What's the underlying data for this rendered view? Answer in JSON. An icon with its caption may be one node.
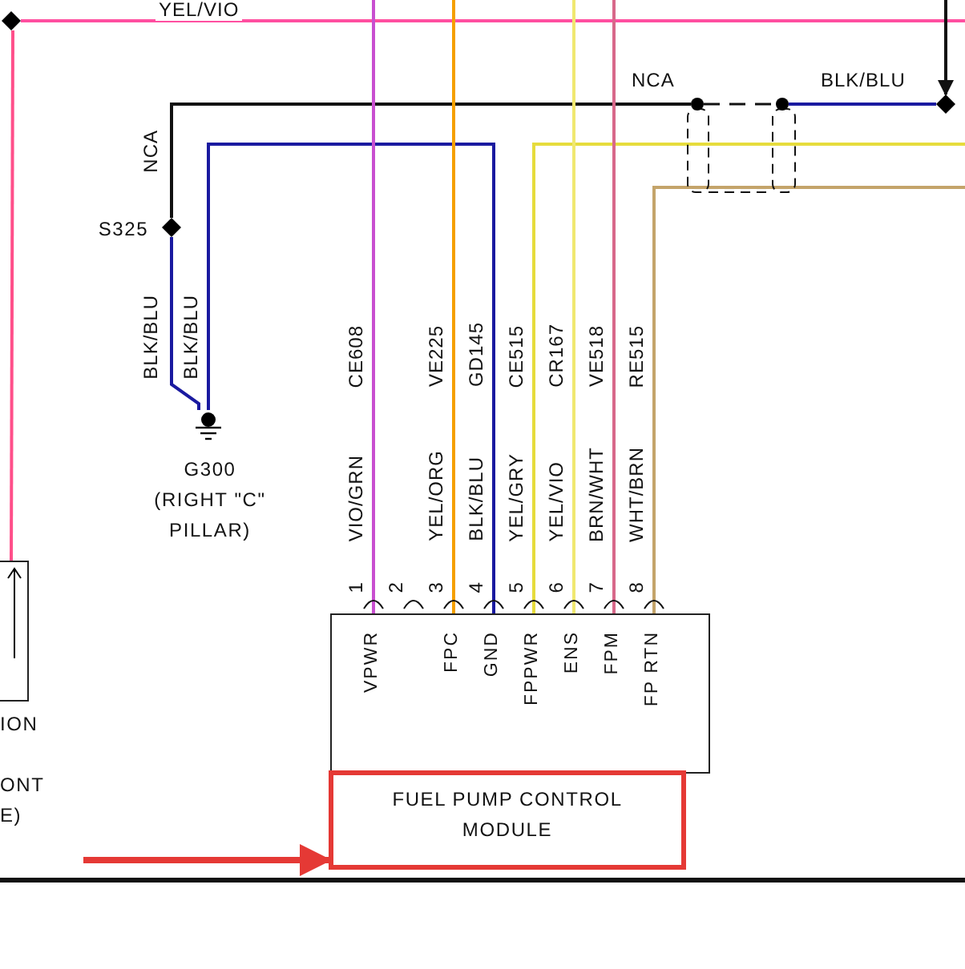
{
  "diagram": {
    "nodes": [
      {
        "text": [],
        "shape": "diamond"
      },
      {
        "text": [],
        "shape": "box",
        "beside": [
          "ION",
          "ONT",
          "E)"
        ]
      },
      {
        "text": [],
        "shape": "diamond",
        "beside": [
          "S325"
        ]
      },
      {
        "text": [],
        "shape": "ground",
        "beside": [
          "G300 (RIGHT \"C\" PILLAR)"
        ]
      },
      {
        "text": [],
        "shape": "circle"
      },
      {
        "text": [],
        "shape": "circle"
      },
      {
        "text": [],
        "shape": "diamond"
      },
      {
        "text": [
          "VPWR",
          "FPC",
          "GND",
          "FPPWR",
          "ENS",
          "FPM",
          "FP RTN"
        ]
      },
      {
        "text": [
          "FUEL PUMP CONTROL MODULE"
        ]
      }
    ],
    "edges": [
      {
        "from": 0,
        "to": null,
        "arrow": "none",
        "label": "YEL/VIO",
        "color": "#ff4fa0"
      },
      {
        "from": 0,
        "to": 1,
        "arrow": "none",
        "color": "#ff4f8a"
      },
      {
        "from": 2,
        "to": 4,
        "arrow": "none",
        "label": "NCA",
        "color": "#111111"
      },
      {
        "from": 4,
        "to": 5,
        "arrow": "none",
        "style": "dashed",
        "color": "#111111"
      },
      {
        "from": 5,
        "to": 6,
        "arrow": "none",
        "label": "BLK/BLU",
        "color": "#1a1aa0"
      },
      {
        "from": null,
        "to": 6,
        "arrow": "to",
        "color": "#111111"
      },
      {
        "from": 2,
        "to": 3,
        "arrow": "none",
        "label": "BLK/BLU",
        "color": "#1a1aa0"
      },
      {
        "from": 3,
        "to": 7,
        "arrow": "none",
        "label": "BLK/BLU",
        "color": "#1a1aa0"
      },
      {
        "from": null,
        "to": 7,
        "arrow": "none",
        "color": "#c94fd0"
      },
      {
        "from": null,
        "to": 7,
        "arrow": "none",
        "color": "#f5a000"
      },
      {
        "from": null,
        "to": 7,
        "arrow": "none",
        "color": "#e6dc3c"
      },
      {
        "from": null,
        "to": 7,
        "arrow": "none",
        "color": "#f0e870"
      },
      {
        "from": null,
        "to": 7,
        "arrow": "none",
        "color": "#d8688a"
      },
      {
        "from": null,
        "to": 7,
        "arrow": "none",
        "color": "#c4a46a"
      },
      {
        "from": null,
        "to": 8,
        "arrow": "to",
        "style": "thick",
        "color": "#e53935"
      }
    ],
    "labels": [
      "NCA",
      "CE608",
      "VE225",
      "GD145",
      "CE515",
      "CR167",
      "VE518",
      "RE515",
      "VIO/GRN",
      "YEL/ORG",
      "BLK/BLU",
      "YEL/GRY",
      "YEL/VIO",
      "BRN/WHT",
      "WHT/BRN",
      "1",
      "2",
      "3",
      "4",
      "5",
      "6",
      "7",
      "8"
    ]
  }
}
